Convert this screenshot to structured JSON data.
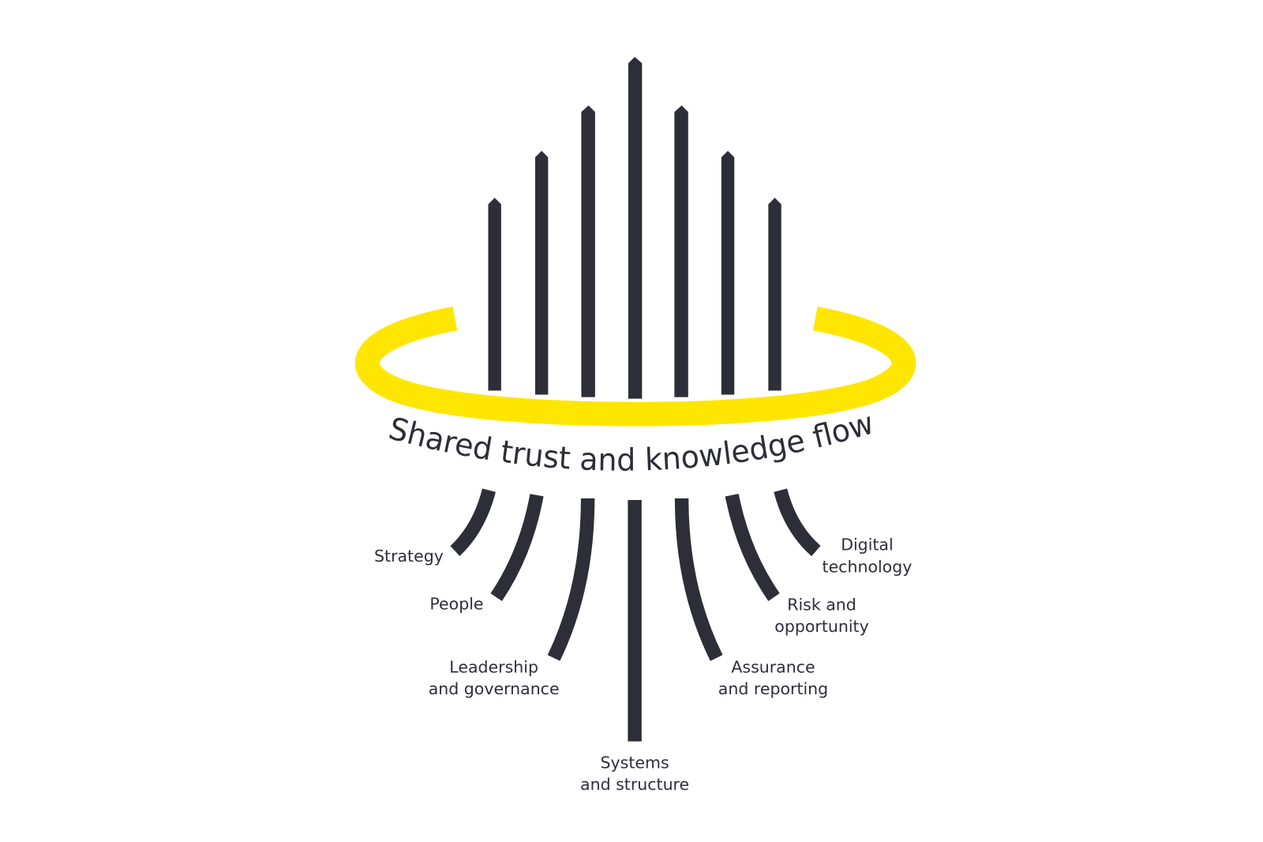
{
  "colors": {
    "dark": "#2e2e38",
    "accent": "#ffe600",
    "background": "#ffffff"
  },
  "ring_label": "Shared trust and knowledge flow",
  "branches": [
    {
      "lines": [
        "Strategy"
      ]
    },
    {
      "lines": [
        "People"
      ]
    },
    {
      "lines": [
        "Leadership",
        "and governance"
      ]
    },
    {
      "lines": [
        "Systems",
        "and structure"
      ]
    },
    {
      "lines": [
        "Assurance",
        "and reporting"
      ]
    },
    {
      "lines": [
        "Risk and",
        "opportunity"
      ]
    },
    {
      "lines": [
        "Digital",
        "technology"
      ]
    }
  ]
}
